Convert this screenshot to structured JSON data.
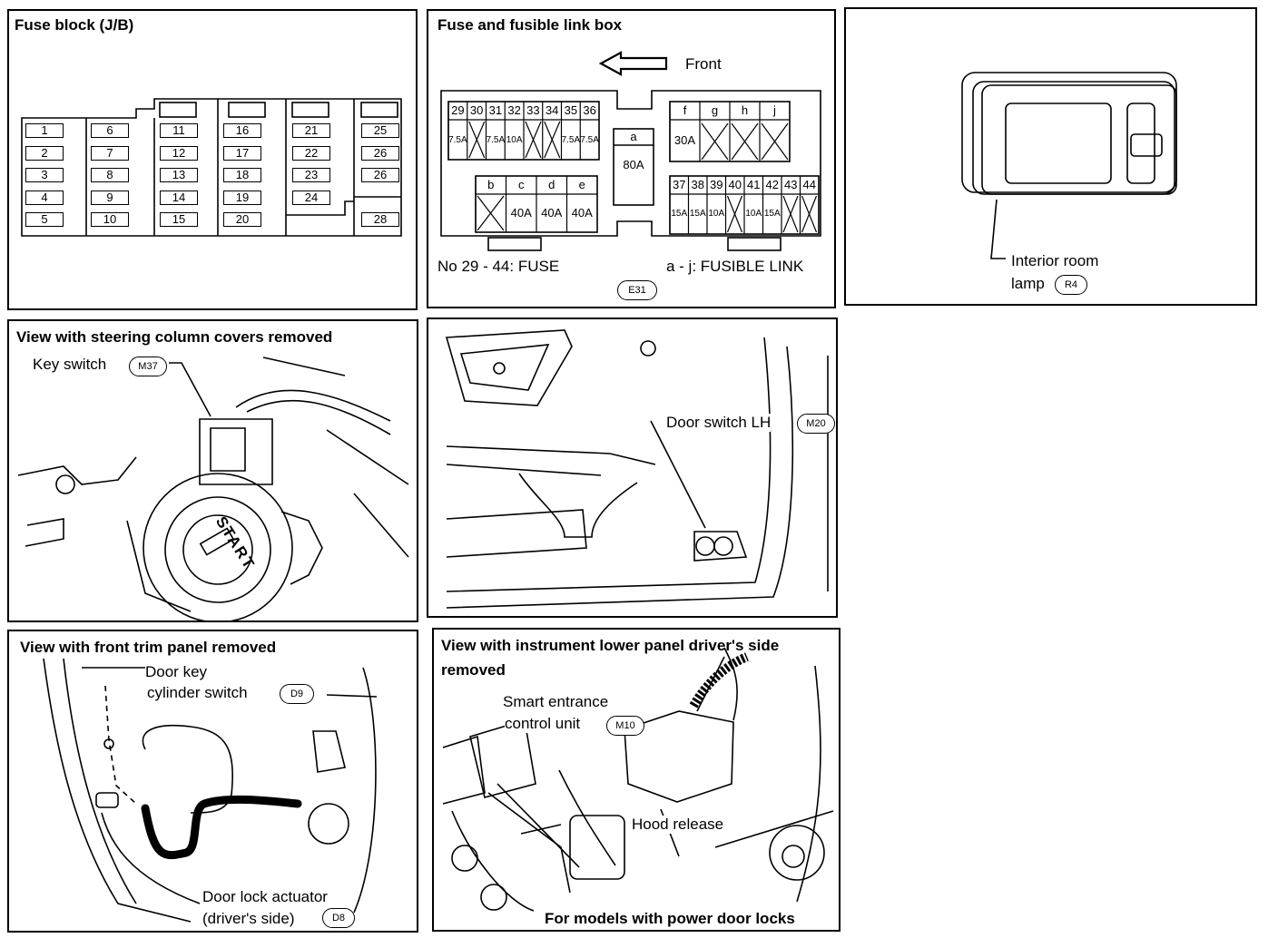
{
  "panel_fuse_block": {
    "title": "Fuse block (J/B)",
    "fuses_col1": [
      "1",
      "2",
      "3",
      "4",
      "5"
    ],
    "fuses_col2": [
      "6",
      "7",
      "8",
      "9",
      "10"
    ],
    "fuses_col3": [
      "11",
      "12",
      "13",
      "14",
      "15"
    ],
    "fuses_col4": [
      "16",
      "17",
      "18",
      "19",
      "20"
    ],
    "fuses_col5": [
      "21",
      "22",
      "23",
      "24"
    ],
    "fuses_col6": [
      "25",
      "26",
      "26",
      "28"
    ]
  },
  "panel_fusible_link_box": {
    "title": "Fuse and fusible link box",
    "direction_label": "Front",
    "fuse_numbers": [
      "29",
      "30",
      "31",
      "32",
      "33",
      "34",
      "35",
      "36"
    ],
    "fuse_ratings": [
      "7.5A",
      "",
      "7.5A",
      "10A",
      "",
      "",
      "7.5A",
      "7.5A"
    ],
    "link_a_letter": "a",
    "link_a_rating": "80A",
    "links_bcde": [
      "b",
      "c",
      "d",
      "e"
    ],
    "links_bcde_ratings": [
      "",
      "40A",
      "40A",
      "40A"
    ],
    "links_fghj": [
      "f",
      "g",
      "h",
      "j"
    ],
    "links_fghj_ratings": [
      "30A",
      "",
      "",
      ""
    ],
    "fuse_numbers_2": [
      "37",
      "38",
      "39",
      "40",
      "41",
      "42",
      "43",
      "44"
    ],
    "fuse_ratings_2": [
      "15A",
      "15A",
      "10A",
      "",
      "10A",
      "15A",
      "",
      ""
    ],
    "legend_fuse": "No 29 - 44:  FUSE",
    "legend_link": "a - j:  FUSIBLE LINK",
    "connector": "E31"
  },
  "panel_room_lamp": {
    "label_line1": "Interior room",
    "label_line2": "lamp",
    "connector": "R4"
  },
  "panel_steering": {
    "title": "View with steering column covers removed",
    "key_switch": "Key switch",
    "connector": "M37",
    "start_text": "START"
  },
  "panel_door_switch": {
    "label": "Door switch LH",
    "connector": "M20"
  },
  "panel_front_trim": {
    "title": "View with front trim panel removed",
    "door_key_line1": "Door key",
    "door_key_line2": "cylinder switch",
    "door_key_connector": "D9",
    "actuator_line1": "Door lock actuator",
    "actuator_line2": "(driver's side)",
    "actuator_connector": "D8"
  },
  "panel_instrument": {
    "title_line1": "View with instrument lower panel driver's side",
    "title_line2": "removed",
    "unit_line1": "Smart entrance",
    "unit_line2": "control unit",
    "connector": "M10",
    "hood_release": "Hood release",
    "footer": "For models with power door locks"
  }
}
